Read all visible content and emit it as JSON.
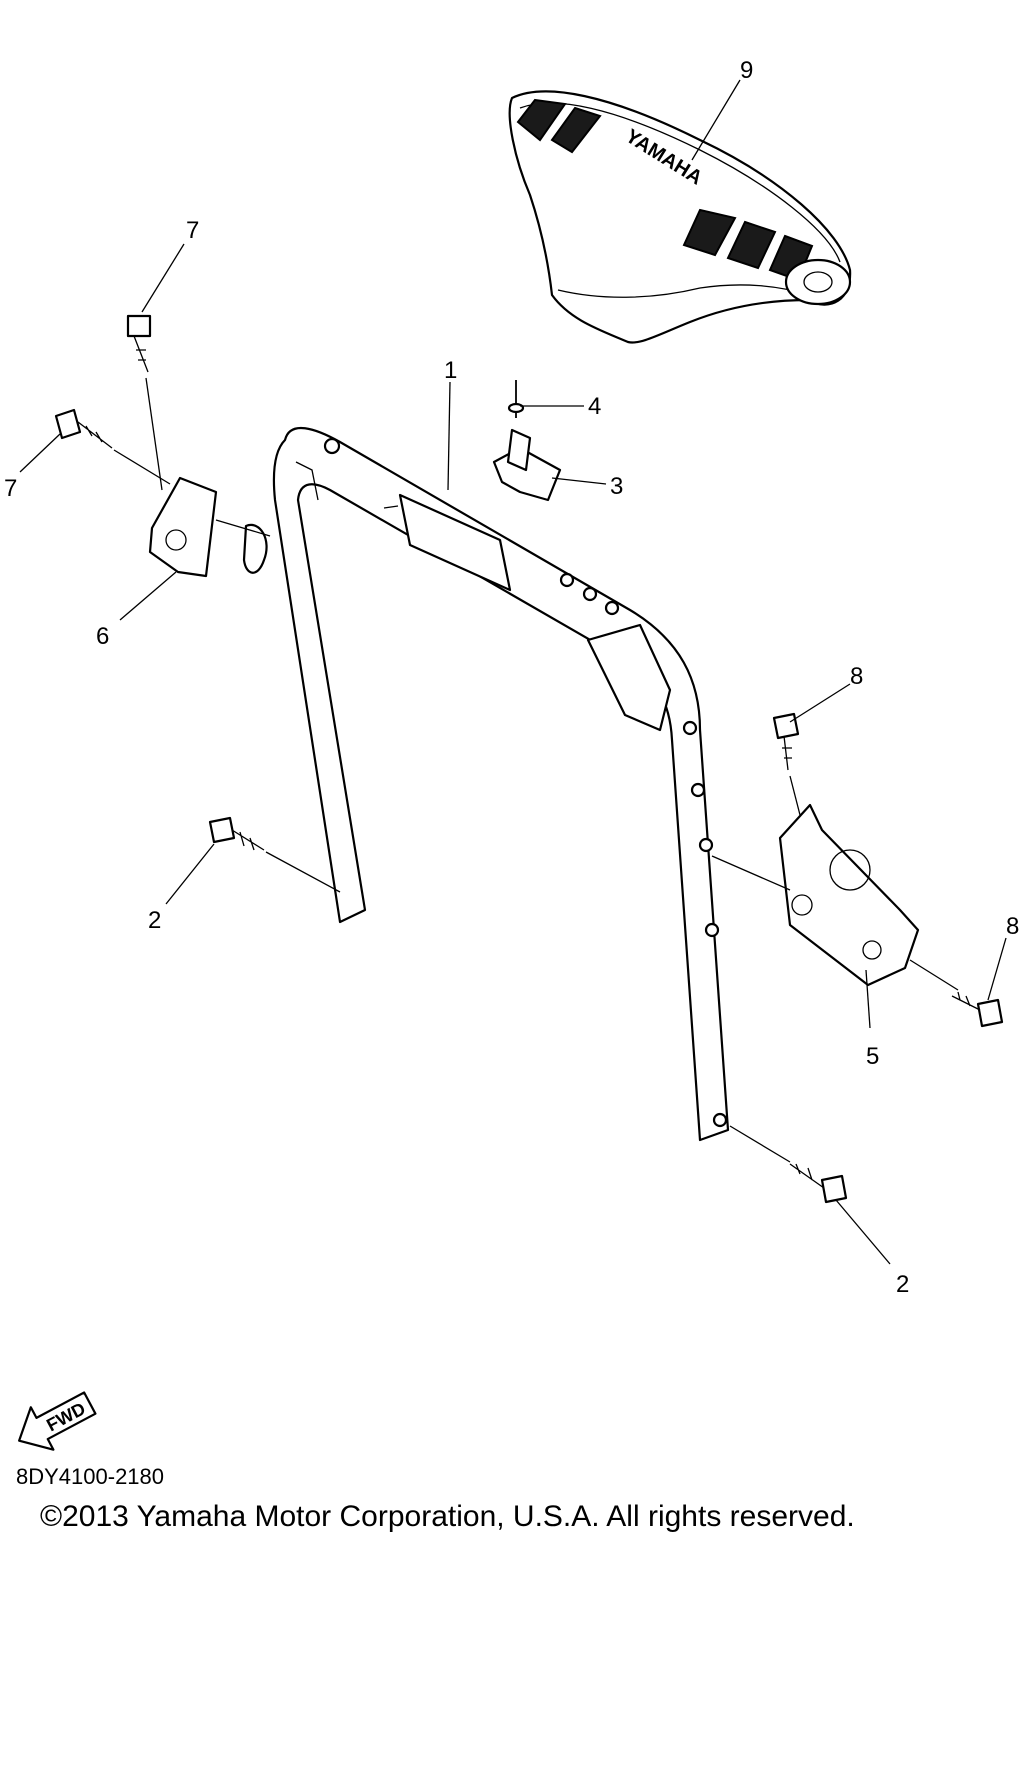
{
  "diagram": {
    "callouts": {
      "c1": "1",
      "c2a": "2",
      "c2b": "2",
      "c3": "3",
      "c4": "4",
      "c5": "5",
      "c6": "6",
      "c7a": "7",
      "c7b": "7",
      "c8a": "8",
      "c8b": "8",
      "c9": "9"
    },
    "seat_brand_text": "YAMAHA",
    "direction_label": "FWD"
  },
  "footer": {
    "diagram_code": "8DY4100-2180",
    "copyright": "©2013 Yamaha Motor Corporation, U.S.A. All rights reserved."
  }
}
